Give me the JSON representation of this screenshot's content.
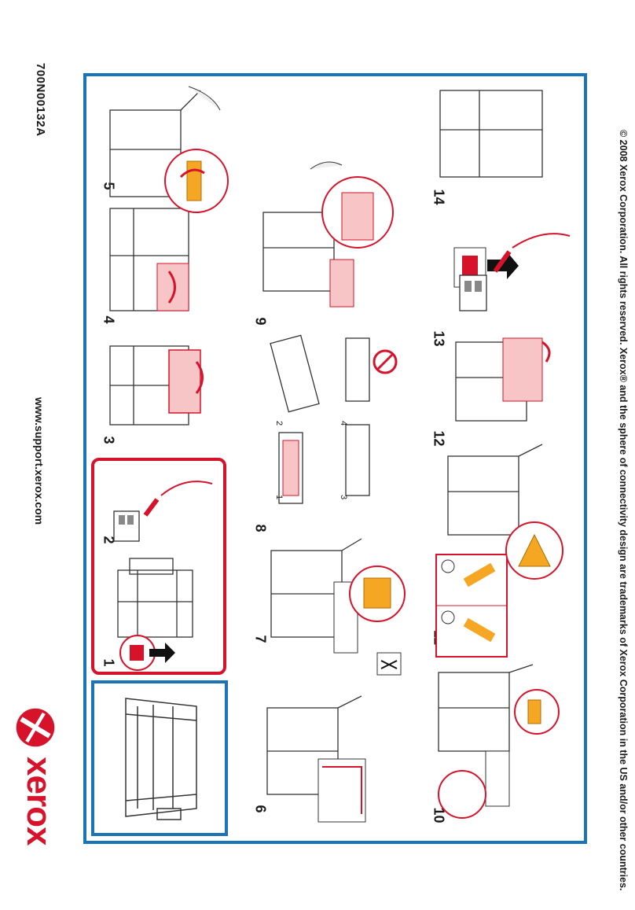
{
  "header": {
    "doc_id": "700N00132A",
    "support_url": "www.support.xerox.com",
    "brand": "xerox"
  },
  "footer": {
    "copyright": "© 2008 Xerox Corporation. All rights reserved. Xerox® and the sphere of connectivity design are trademarks of Xerox Corporation in the US and/or other countries."
  },
  "steps": [
    "1",
    "2",
    "3",
    "4",
    "5",
    "6",
    "7",
    "8",
    "9",
    "10",
    "11",
    "12",
    "13",
    "14"
  ],
  "substeps": [
    "1",
    "2",
    "3",
    "4"
  ],
  "colors": {
    "accent_red": "#d6132a",
    "frame_blue": "#1c74b8",
    "highlight_orange": "#f5a623"
  }
}
